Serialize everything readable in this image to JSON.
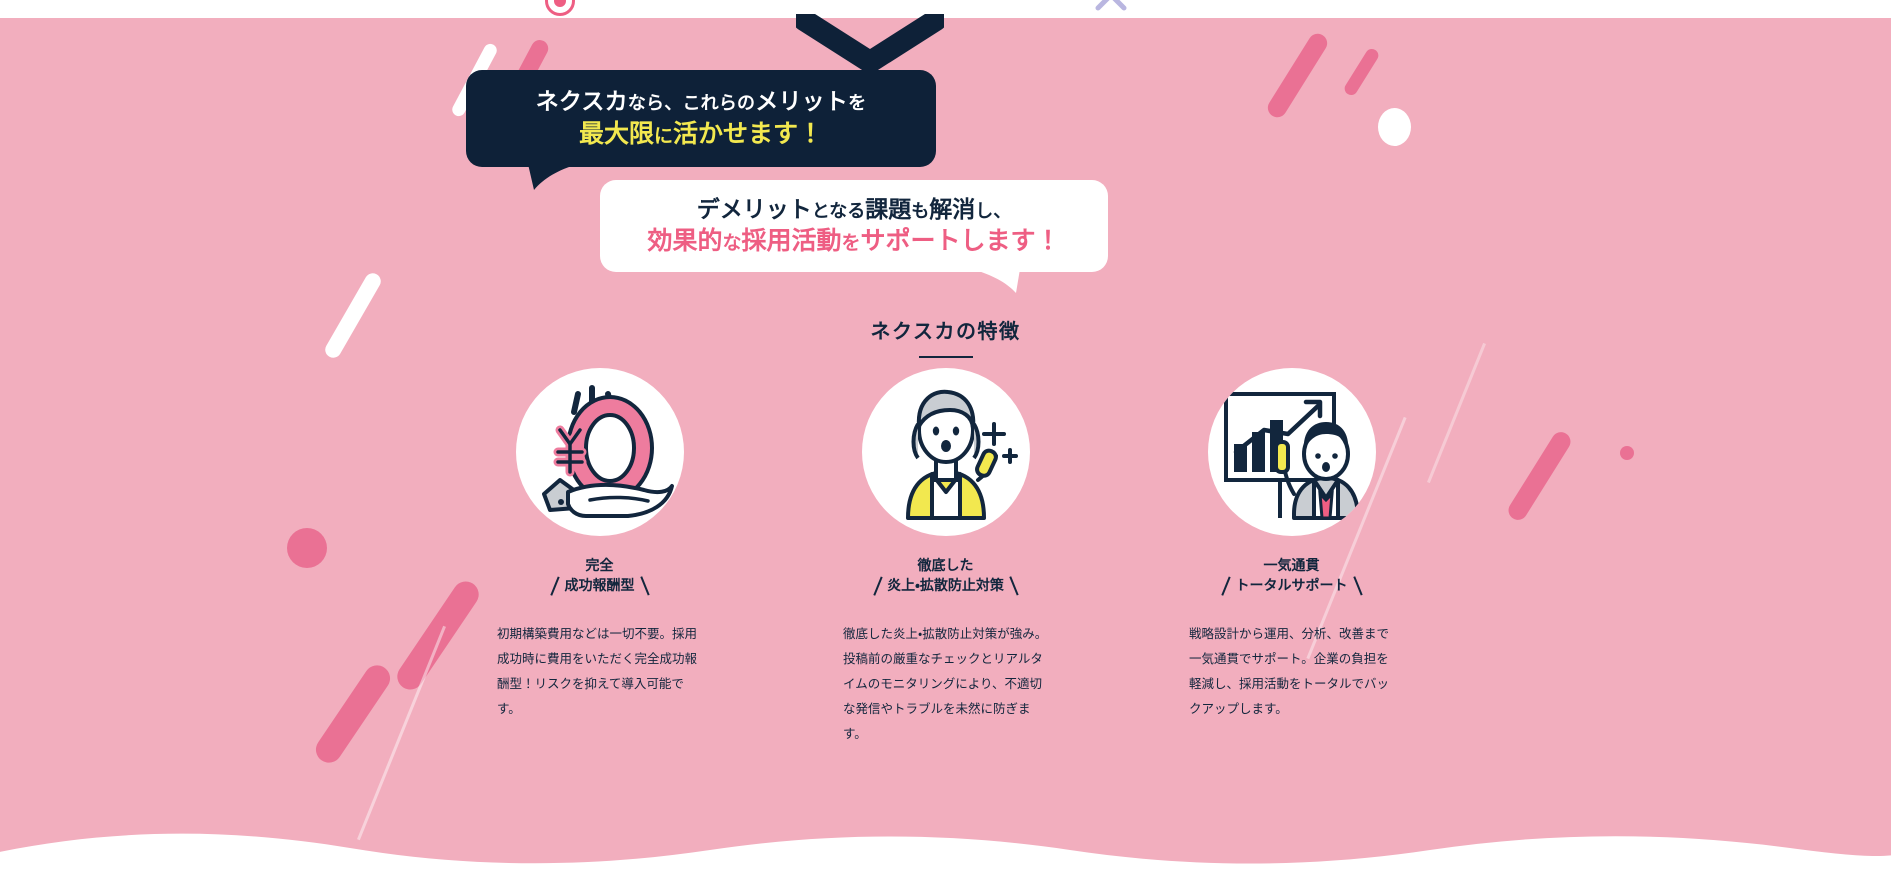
{
  "colors": {
    "pink_bg": "#F2AEBE",
    "navy": "#0E2138",
    "yellow_accent": "#F2E84F",
    "pink_accent": "#EE5E83",
    "white": "#FFFFFF",
    "deco_pink": "#EA7194"
  },
  "dark_bubble": {
    "line1_strong": "ネクスカ",
    "line1_small": "なら、これらの",
    "line1_strong2": "メリット",
    "line1_small2": "を",
    "line2_hl1": "最大限",
    "line2_small": "に",
    "line2_hl2": "活かせます！"
  },
  "light_bubble": {
    "line1_strong": "デメリット",
    "line1_small": "となる",
    "line1_strong2": "課題",
    "line1_small2": "も",
    "line1_strong3": "解消",
    "line1_small3": "し、",
    "line2_strong": "効果的",
    "line2_small": "な",
    "line2_strong2": "採用活動",
    "line2_small2": "を",
    "line2_strong3": "サポートします！"
  },
  "section": {
    "heading": "ネクスカの特徴"
  },
  "cards": [
    {
      "icon": "hand-holding-zero-yen-icon",
      "title_line1": "完全",
      "title_line2": "成功報酬型",
      "body": "初期構築費用などは一切不要。採用成功時に費用をいただく完全成功報酬型！リスクを抑えて導入可能です。"
    },
    {
      "icon": "woman-megaphone-sparkle-icon",
      "title_line1": "徹底した",
      "title_line2": "炎上・拡散防止対策",
      "body": "徹底した炎上・拡散防止対策が強み。投稿前の厳重なチェックとリアルタイムのモニタリングにより、不適切な発信やトラブルを未然に防ぎます。"
    },
    {
      "icon": "businessman-growth-chart-icon",
      "title_line1": "一気通貫",
      "title_line2": "トータルサポート",
      "body": "戦略設計から運用、分析、改善まで一気通貫でサポート。企業の負担を軽減し、採用活動をトータルでバックアップします。"
    }
  ]
}
